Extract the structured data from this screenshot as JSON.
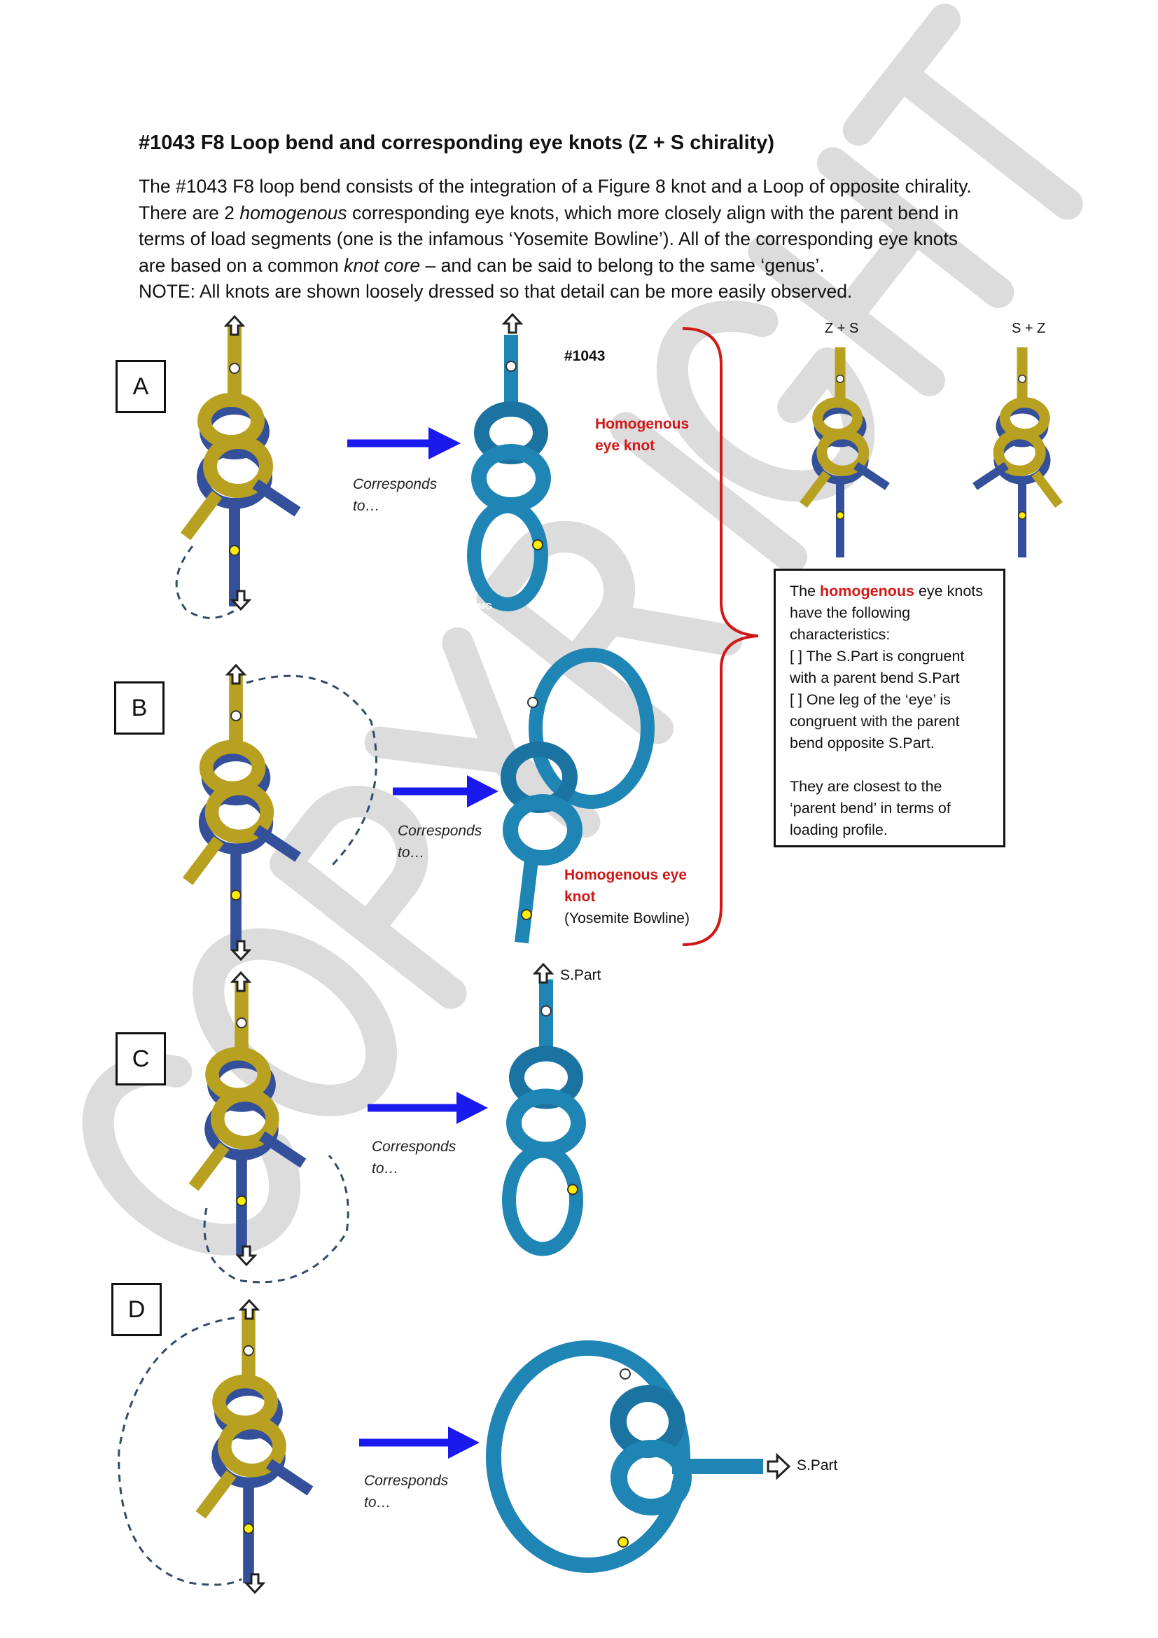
{
  "title": "#1043 F8 Loop bend and corresponding eye knots (Z + S chirality)",
  "intro": {
    "line1": "The #1043 F8 loop bend consists of the integration of a Figure 8 knot and a Loop of opposite chirality.",
    "line2_a": "There are 2 ",
    "line2_em": "homogenous",
    "line2_b": " corresponding eye knots, which more closely align with the parent bend in",
    "line3": "terms of load segments (one is the infamous ‘Yosemite Bowline’).  All of the corresponding eye knots",
    "line4_a": "are based on a common ",
    "line4_em": "knot core",
    "line4_b": " – and can be said to belong to the same ‘genus’.",
    "note": "NOTE: All knots are shown loosely dressed so that detail can be more easily observed."
  },
  "rows": [
    {
      "letter": "A",
      "corresponds": "Corresponds",
      "to": "to…"
    },
    {
      "letter": "B",
      "corresponds": "Corresponds",
      "to": "to…"
    },
    {
      "letter": "C",
      "corresponds": "Corresponds",
      "to": "to…"
    },
    {
      "letter": "D",
      "corresponds": "Corresponds",
      "to": "to…"
    }
  ],
  "labels": {
    "knot_number": "#1043",
    "homog_a_1": "Homogenous",
    "homog_a_2": "eye knot",
    "homog_b_1": "Homogenous eye",
    "homog_b_2": "knot",
    "yosemite": "(Yosemite Bowline)",
    "spart_c": "S.Part",
    "spart_d": "S.Part",
    "zs": "Z + S",
    "sz": "S + Z",
    "mg": "MG"
  },
  "info_box": {
    "l1_a": "The ",
    "l1_red": "homogenous",
    "l1_b": " eye knots",
    "l2": "have the following",
    "l3": "characteristics:",
    "l4": "[ ] The S.Part is congruent",
    "l5": "with a parent bend S.Part",
    "l6": "[ ] One leg of the ‘eye’ is",
    "l7": "congruent with the parent",
    "l8": "bend opposite S.Part.",
    "l9": "They are closest to the",
    "l10": "‘parent bend’ in terms of",
    "l11": "loading profile."
  },
  "watermark": "COPYRIGHT",
  "colors": {
    "accent_red": "#d01818",
    "arrow_blue": "#1a1aee",
    "rope_yellow": "#b8a020",
    "rope_blue": "#2c6fb0",
    "eye_blue": "#1f85b5"
  }
}
